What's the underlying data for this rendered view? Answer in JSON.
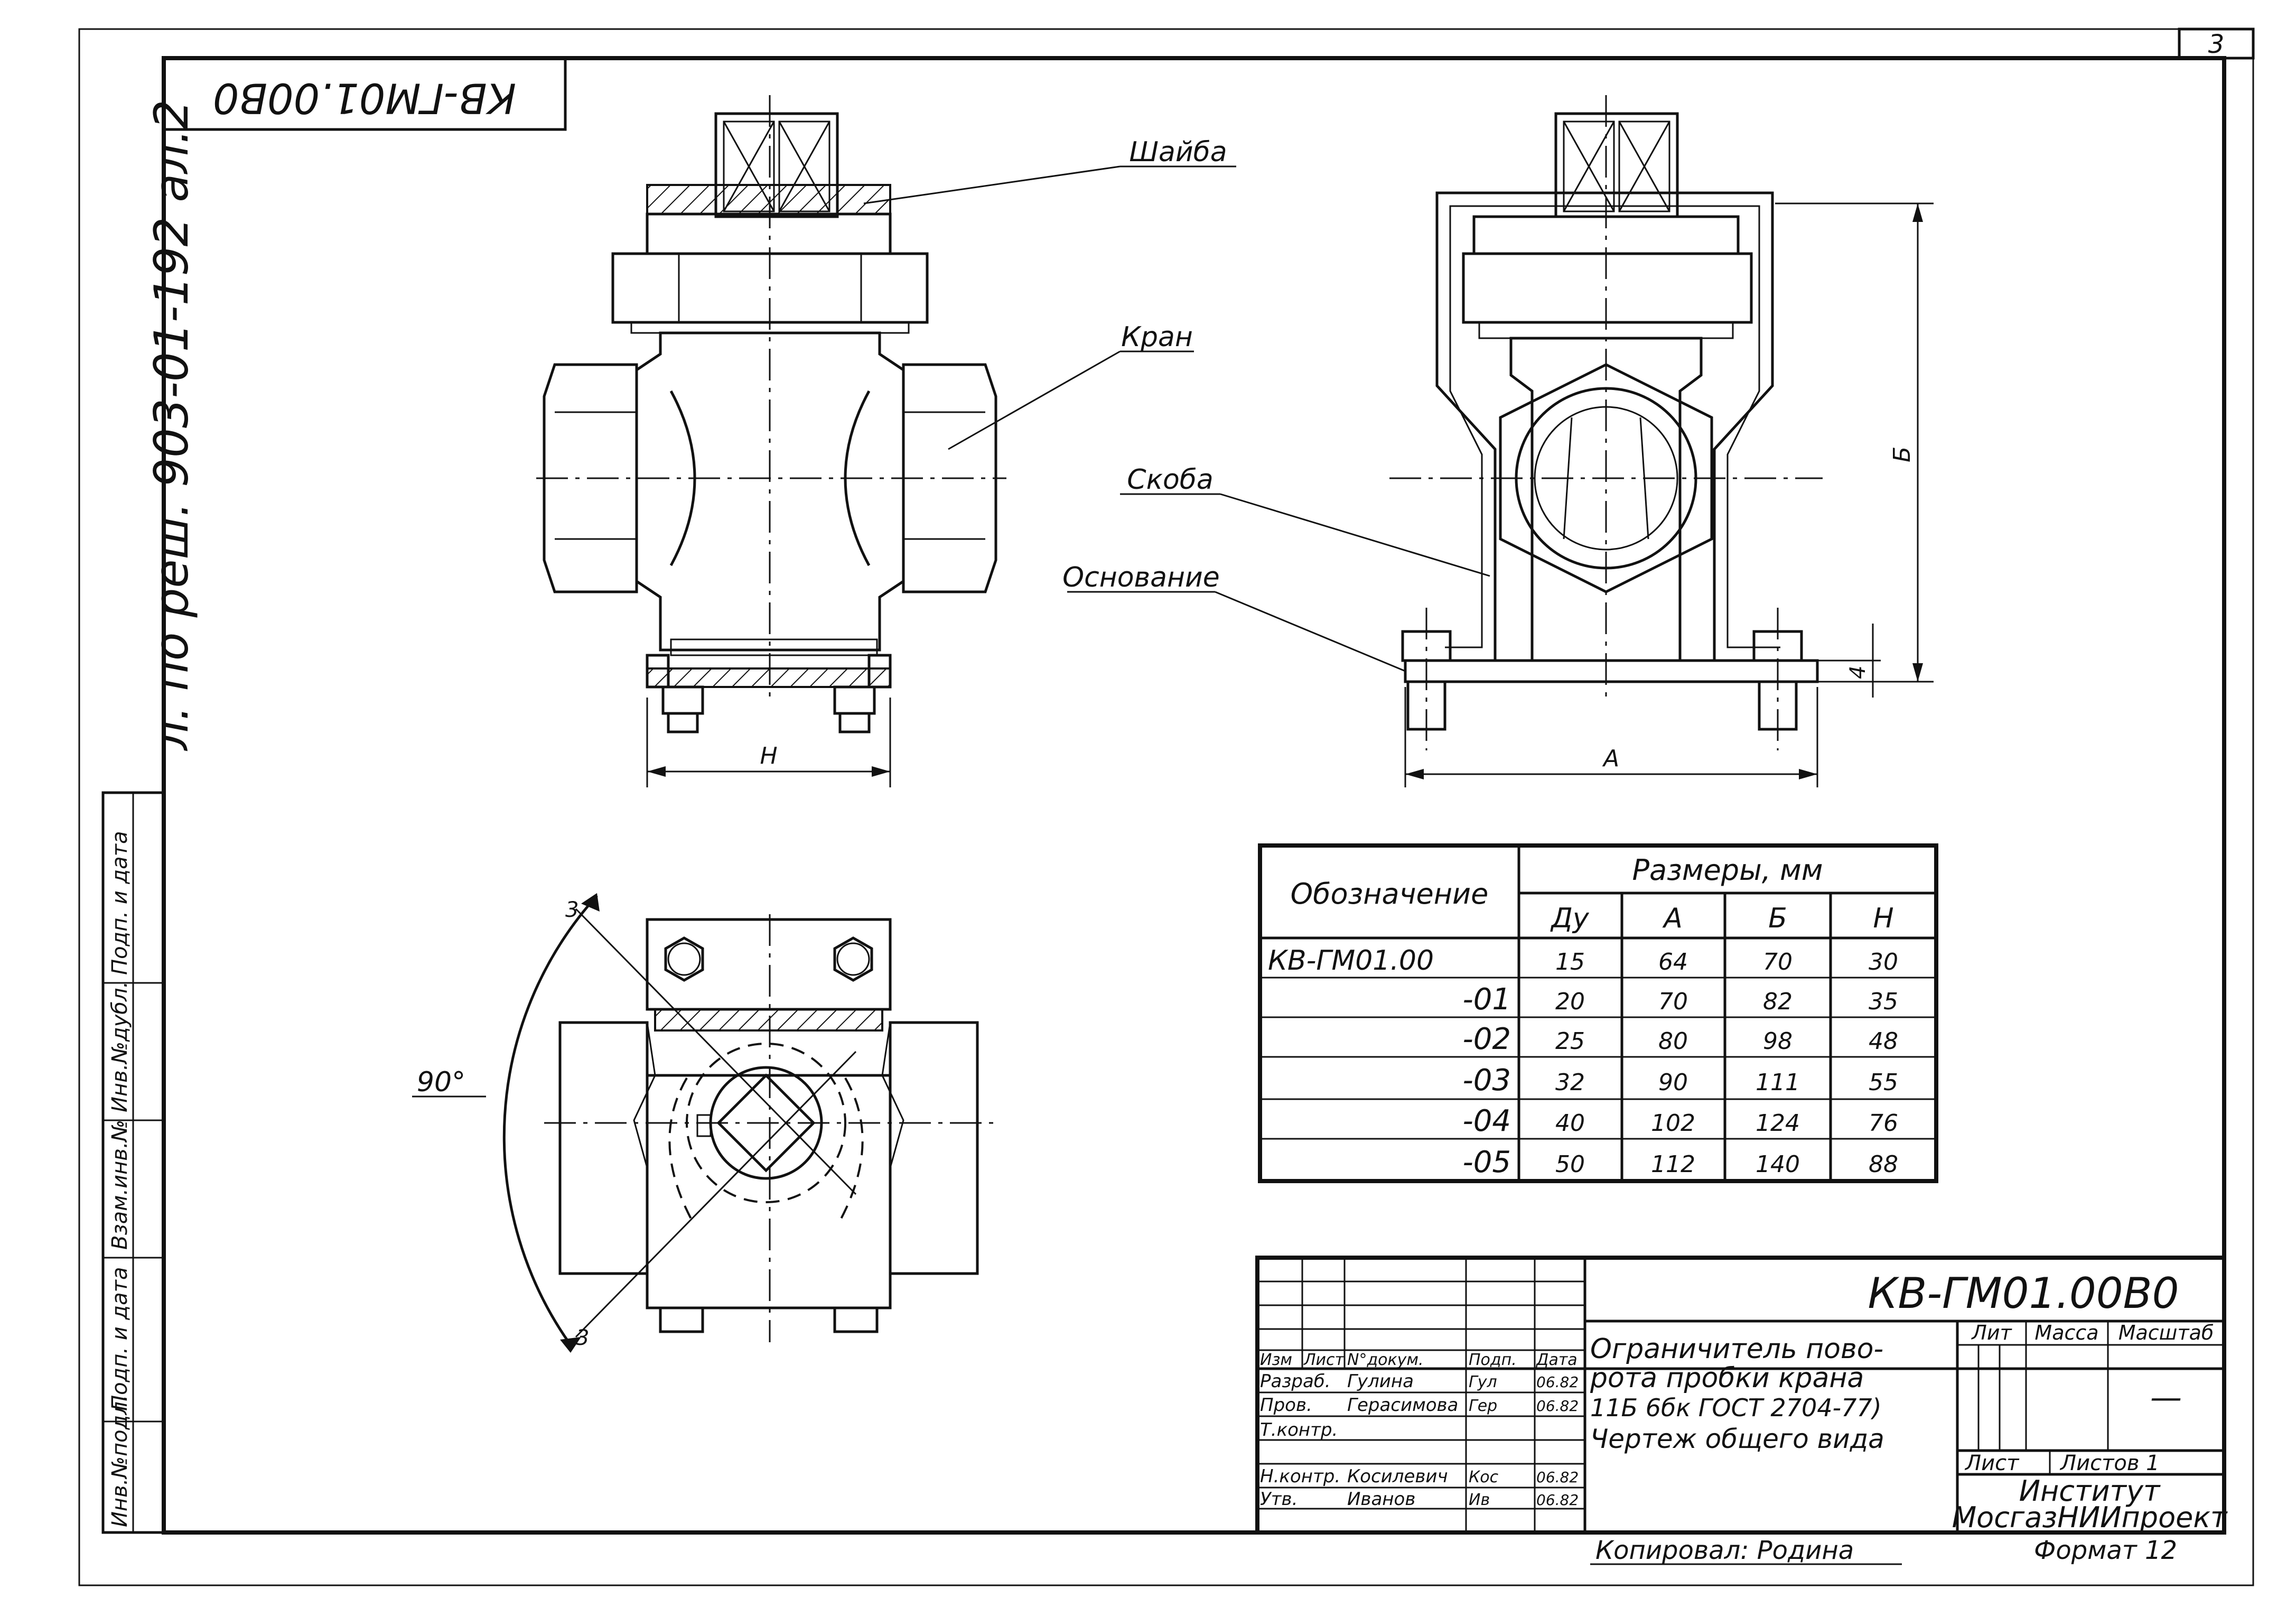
{
  "sheet_number": "3",
  "stamp_code_rotated": "КВ-ГМ01.00В0",
  "vertical_note": "л. по реш. 903-01-192 ал.2",
  "side_columns": [
    "Инв.№подл.",
    "Подп. и дата",
    "Взам.инв.№",
    "Инв.№дубл.",
    "Подп. и дата"
  ],
  "labels": {
    "shaiba": "Шайба",
    "kran": "Кран",
    "skoba": "Скоба",
    "osnovanie": "Основание",
    "dim_H": "Н",
    "dim_A": "А",
    "dim_B": "Б",
    "dim_4": "4",
    "angle": "90°",
    "section_mark_top": "3",
    "section_mark_bottom": "3"
  },
  "dimensions_table": {
    "header_designation": "Обозначение",
    "header_sizes": "Размеры, мм",
    "columns": [
      "Ду",
      "А",
      "Б",
      "Н"
    ],
    "rows": [
      {
        "designation": "КВ-ГМ01.00",
        "du": "15",
        "a": "64",
        "b": "70",
        "h": "30"
      },
      {
        "designation": "-01",
        "du": "20",
        "a": "70",
        "b": "82",
        "h": "35"
      },
      {
        "designation": "-02",
        "du": "25",
        "a": "80",
        "b": "98",
        "h": "48"
      },
      {
        "designation": "-03",
        "du": "32",
        "a": "90",
        "b": "111",
        "h": "55"
      },
      {
        "designation": "-04",
        "du": "40",
        "a": "102",
        "b": "124",
        "h": "76"
      },
      {
        "designation": "-05",
        "du": "50",
        "a": "112",
        "b": "140",
        "h": "88"
      }
    ]
  },
  "title_block": {
    "code": "КВ-ГМ01.00В0",
    "title_lines": [
      "Ограничитель пово-",
      "рота пробки крана",
      "11Б 6бк ГОСТ 2704-77)",
      "Чертеж общего вида"
    ],
    "col_headers": [
      "Изм",
      "Лист",
      "N°докум.",
      "Подп.",
      "Дата"
    ],
    "rows": [
      {
        "role": "Разраб.",
        "name": "Гулина",
        "sign": "Гул",
        "date": "06.82"
      },
      {
        "role": "Пров.",
        "name": "Герасимова",
        "sign": "Гер",
        "date": "06.82"
      },
      {
        "role": "Т.контр.",
        "name": "",
        "sign": "",
        "date": ""
      },
      {
        "role": "Н.контр.",
        "name": "Косилевич",
        "sign": "Кос",
        "date": "06.82"
      },
      {
        "role": "Утв.",
        "name": "Иванов",
        "sign": "Ив",
        "date": "06.82"
      }
    ],
    "lit_header": "Лит",
    "mass_header": "Масса",
    "scale_header": "Масштаб",
    "scale_value": "—",
    "sheet_label": "Лист",
    "sheets_label": "Листов 1",
    "org_line1": "Институт",
    "org_line2": "МосгазНИИпроект"
  },
  "footer_copied": "Копировал: Родина",
  "footer_format": "Формат 12"
}
